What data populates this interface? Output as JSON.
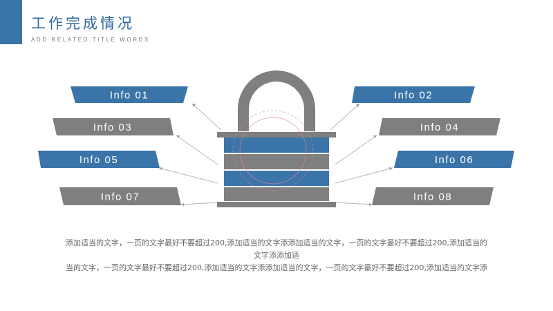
{
  "header": {
    "title": "工作完成情况",
    "subtitle": "ADD RELATED TITLE WORDS"
  },
  "colors": {
    "accent_blue": "#3a74a8",
    "gray": "#7f7f7f",
    "text": "#666666"
  },
  "info_boxes": [
    {
      "label": "Info  01",
      "color": "blue"
    },
    {
      "label": "Info  02",
      "color": "blue"
    },
    {
      "label": "Info  03",
      "color": "gray"
    },
    {
      "label": "Info  04",
      "color": "gray"
    },
    {
      "label": "Info  05",
      "color": "blue"
    },
    {
      "label": "Info  06",
      "color": "blue"
    },
    {
      "label": "Info  07",
      "color": "gray"
    },
    {
      "label": "Info  08",
      "color": "gray"
    }
  ],
  "icons": {
    "center": "padlock-icon"
  },
  "body": {
    "line1": "添加适当的文字，一页的文字最好不要超过200,添加适当的文字添添加适当的文字，一页的文字最好不要超过200,添加适当的文字添添加适",
    "line2": "当的文字，一页的文字最好不要超过200,添加适当的文字添添加适当的文字，一页的文字最好不要超过200,添加适当的文字添"
  }
}
